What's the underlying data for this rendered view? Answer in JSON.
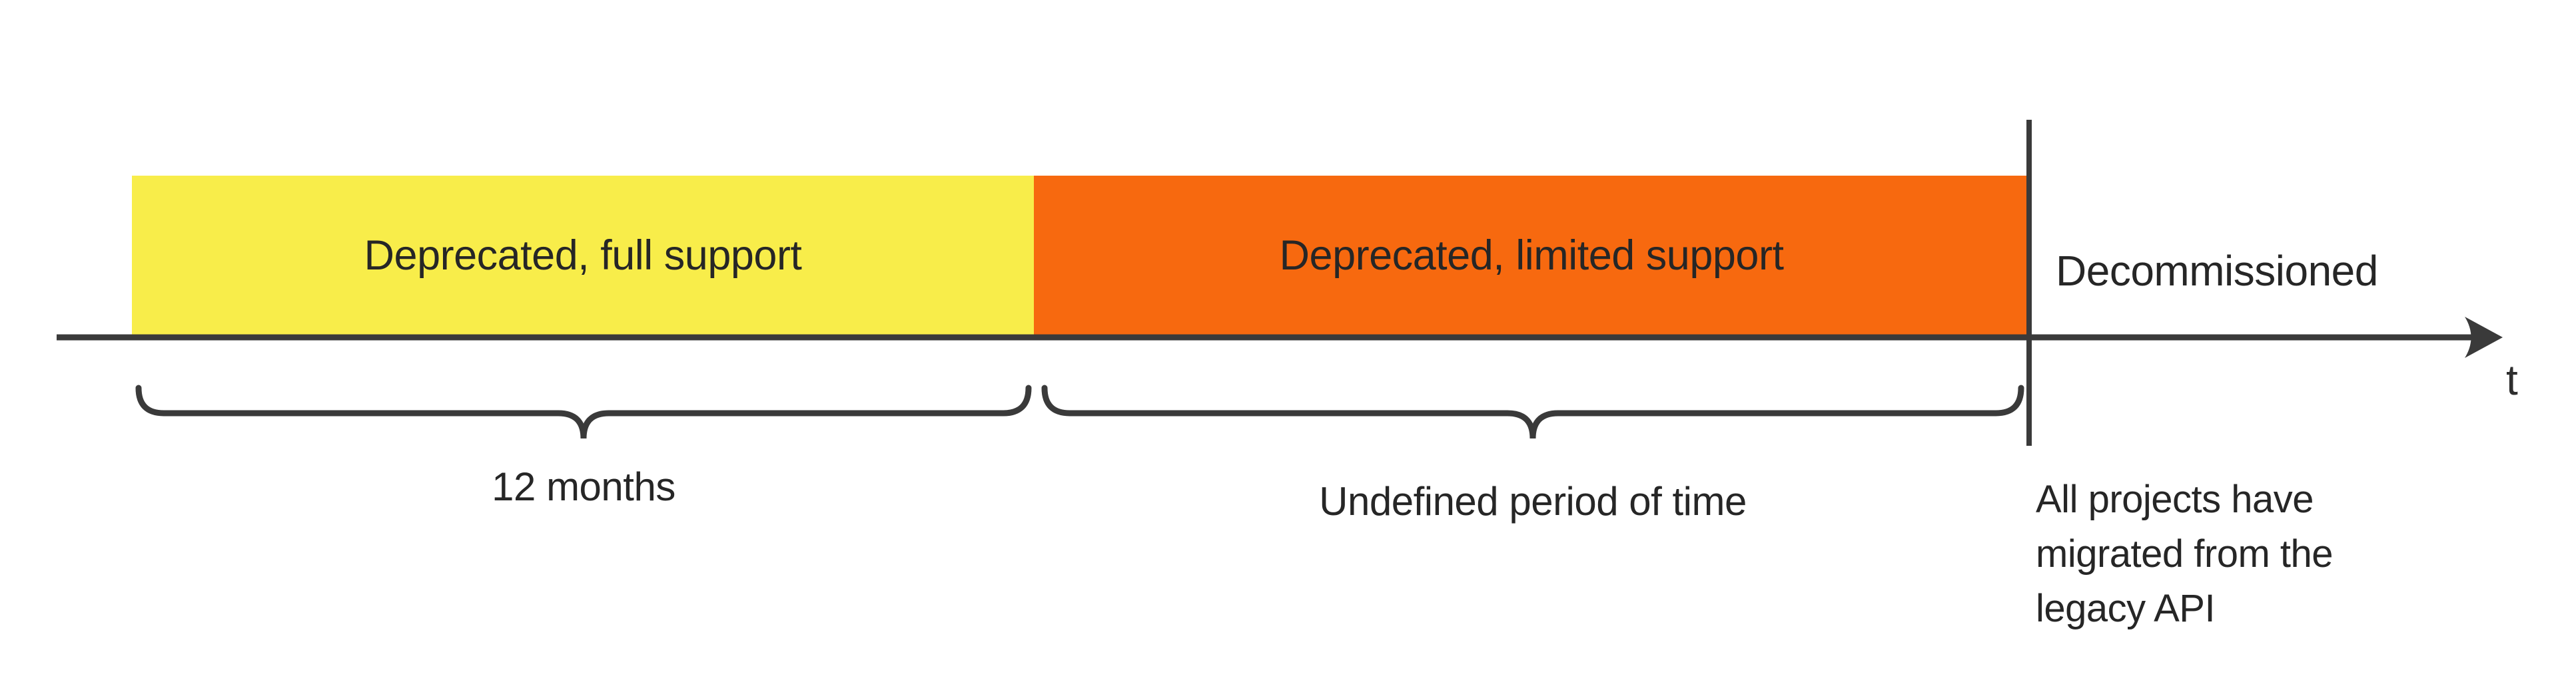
{
  "colors": {
    "background": "#ffffff",
    "line": "#3a3a3a",
    "text": "#2e2e2e",
    "segment-full": "#f8ed4a",
    "segment-limited": "#f7690f"
  },
  "timeline": {
    "axis_label": "t",
    "segments": [
      {
        "label": "Deprecated, full support",
        "duration": "12 months"
      },
      {
        "label": "Deprecated, limited support",
        "duration": "Undefined period of time"
      }
    ],
    "decommissioned": {
      "label": "Decommissioned",
      "note_lines": [
        "All projects have",
        "migrated from the",
        "legacy API"
      ]
    }
  }
}
